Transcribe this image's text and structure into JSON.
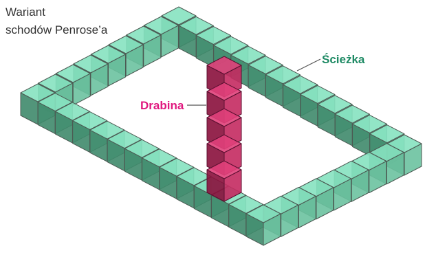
{
  "title": {
    "line1": "Wariant",
    "line2": "schodów Penrose’a"
  },
  "labels": {
    "path": "Ścieżka",
    "ladder": "Drabina"
  },
  "colors": {
    "path_top": "#86e2c0",
    "path_left": "#3f8a6c",
    "path_right": "#6cc2a0",
    "path_outline": "#4c5a53",
    "ladder_top": "#e0407a",
    "ladder_left": "#8a0f3c",
    "ladder_right": "#c42a60",
    "ladder_outline": "#5a1030",
    "path_label": "#1e8a64",
    "ladder_label": "#e0177e",
    "leader": "#555555"
  }
}
